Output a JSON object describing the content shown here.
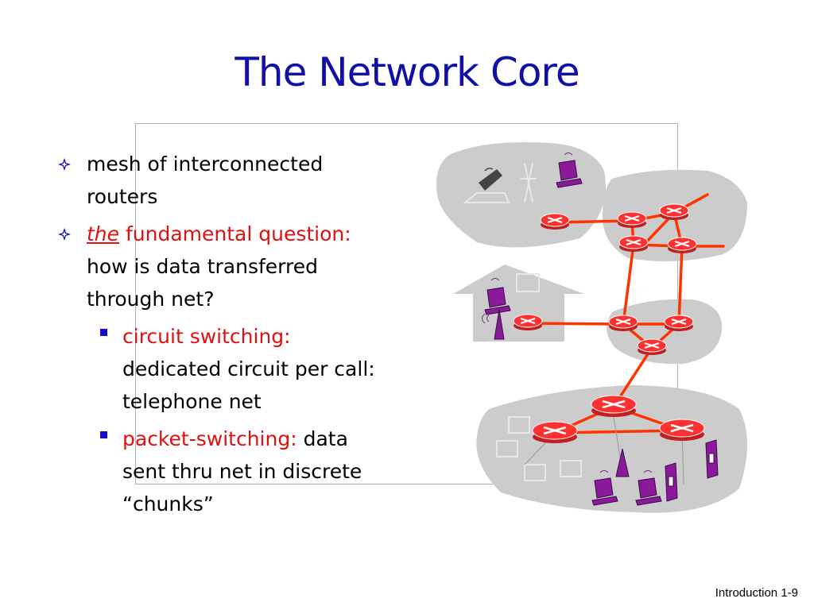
{
  "slide": {
    "title": "The Network Core",
    "footer": "Introduction 1-9"
  },
  "bullets": {
    "b1": {
      "line1": "mesh of interconnected",
      "line2": "routers"
    },
    "b2": {
      "emph": "the",
      "rest": " fundamental question:",
      "line2": "how is data transferred",
      "line3": "through net?"
    },
    "sub1": {
      "red": "circuit switching:",
      "line2": "dedicated circuit per call:",
      "line3": "telephone net"
    },
    "sub2": {
      "red": "packet-switching:",
      "tail": " data",
      "line2": "sent thru net in discrete",
      "line3": "“chunks”"
    }
  },
  "icons": [
    "diamond-bullet-icon",
    "square-bullet-icon",
    "router-icon",
    "laptop-icon",
    "cellphone-icon",
    "tower-icon",
    "server-icon",
    "desktop-icon"
  ],
  "colors": {
    "title": "#1010a8",
    "highlight": "#e01010",
    "link": "#ff3300",
    "router": "#ff3030",
    "device": "#8a1a9a",
    "cloud": "#cccccc"
  }
}
